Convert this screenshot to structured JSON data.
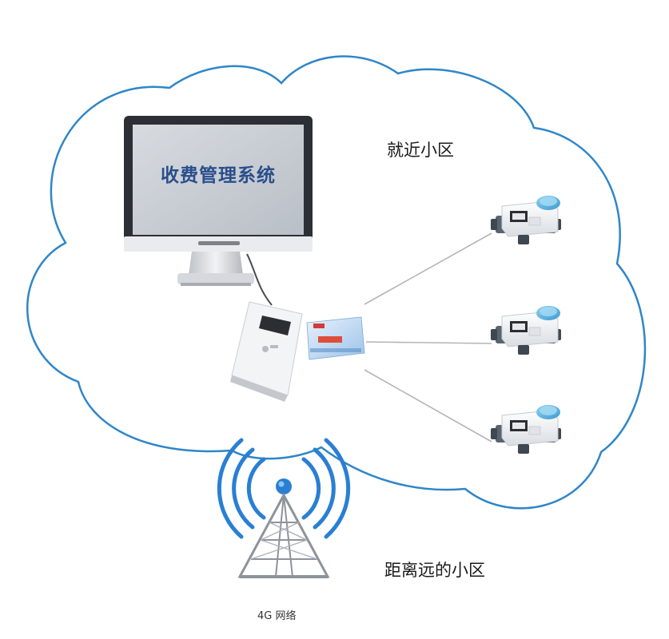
{
  "labels": {
    "screen_title": "收费管理系统",
    "nearby_community": "就近小区",
    "far_community": "距离远的小区",
    "network": "4G 网络"
  },
  "colors": {
    "cloud_outline": "#2f86c8",
    "link_line": "#b5b5b5",
    "monitor_frame": "#2c2f35",
    "meter_cap": "#5db3e0",
    "tower_signal": "#2a7fd4"
  },
  "icons": {
    "computer": "monitor-icon",
    "card_reader": "card-reader-icon",
    "card": "user-card-icon",
    "meter": "water-meter-icon",
    "tower": "signal-tower-icon"
  }
}
